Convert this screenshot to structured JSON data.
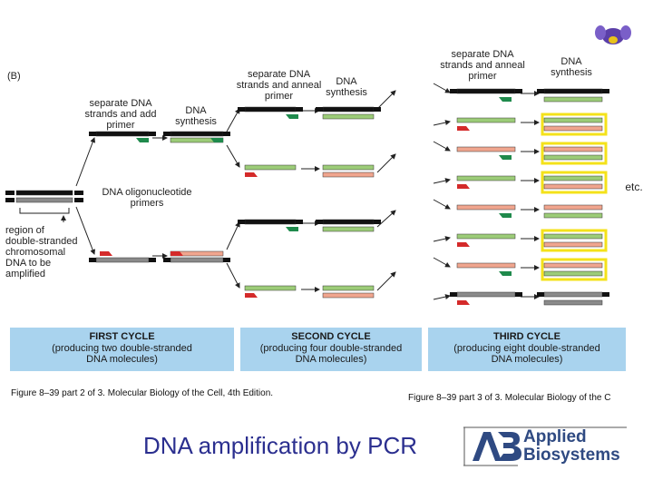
{
  "panel_label": "(B)",
  "labels": {
    "separate_add_primer": "separate DNA\nstrands and add\nprimer",
    "dna_synthesis": "DNA\nsynthesis",
    "separate_anneal_primer": "separate DNA\nstrands and anneal\nprimer",
    "oligo_primers": "DNA oligonucleotide\nprimers",
    "region": "region of\ndouble-stranded\nchromosomal\nDNA to be\namplified",
    "etc": "etc."
  },
  "cycles": [
    {
      "title": "FIRST CYCLE",
      "subtitle": "(producing two double-stranded\nDNA molecules)"
    },
    {
      "title": "SECOND CYCLE",
      "subtitle": "(producing four double-stranded\nDNA molecules)"
    },
    {
      "title": "THIRD CYCLE",
      "subtitle": "(producing eight double-stranded\nDNA molecules)"
    }
  ],
  "captions": {
    "part2": "Figure 8–39 part 2 of 3. Molecular Biology of the Cell, 4th Edition.",
    "part3": "Figure 8–39 part 3 of 3. Molecular Biology of the C"
  },
  "title": "DNA amplification by PCR",
  "logo_text": "Applied\nBiosystems",
  "colors": {
    "black_strand": "#111111",
    "gray_strand": "#8a8a8a",
    "green_strand": "#9ccc78",
    "pink_strand": "#f0a58e",
    "red_primer": "#d42a2a",
    "green_primer": "#1f8a4c",
    "highlight": "#f4e21a",
    "cycle_box": "#a9d3ee",
    "title_text": "#2b2f8f"
  }
}
